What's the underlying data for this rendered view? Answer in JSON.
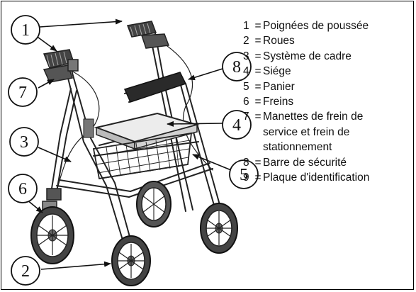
{
  "callouts": [
    "1",
    "8",
    "7",
    "3",
    "4",
    "6",
    "5",
    "2"
  ],
  "legend": [
    {
      "num": "1",
      "sep": "=",
      "text": "Poignées de poussée"
    },
    {
      "num": "2",
      "sep": "=",
      "text": "Roues"
    },
    {
      "num": "3",
      "sep": "=",
      "text": "Système de cadre"
    },
    {
      "num": "4",
      "sep": "=",
      "text": "Siége"
    },
    {
      "num": "5",
      "sep": "=",
      "text": "Panier"
    },
    {
      "num": "6",
      "sep": "=",
      "text": "Freins"
    },
    {
      "num": "7",
      "sep": "=",
      "text": "Manettes de frein de\nservice et frein de\nstationnement"
    },
    {
      "num": "8",
      "sep": "=",
      "text": "Barre de sécurité"
    },
    {
      "num": "9",
      "sep": "=",
      "text": "Plaque d'identification"
    }
  ]
}
